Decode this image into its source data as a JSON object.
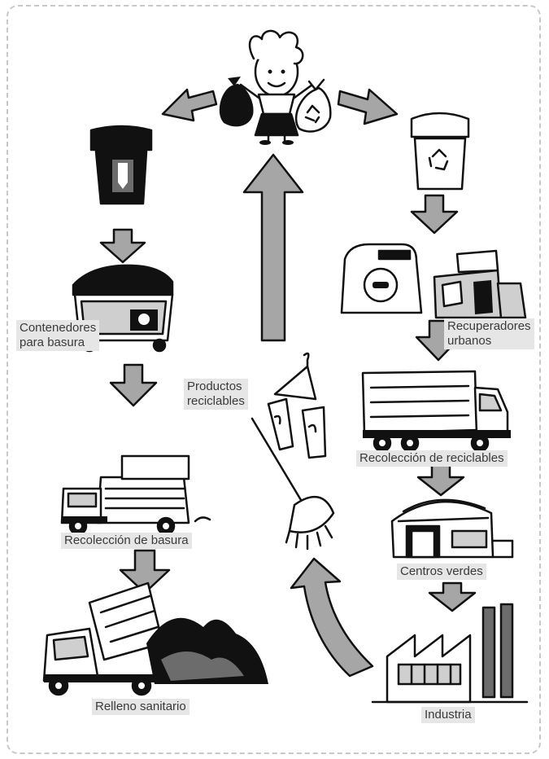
{
  "diagram": {
    "labels": {
      "contenedores": "Contenedores\npara basura",
      "recoleccion_basura": "Recolección de basura",
      "relleno": "Relleno sanitario",
      "productos": "Productos\nreciclables",
      "recuperadores": "Recuperadores\nurbanos",
      "recoleccion_reciclables": "Recolección de reciclables",
      "centros": "Centros verdes",
      "industria": "Industria"
    }
  },
  "colors": {
    "arrow_fill": "#a6a6a6",
    "ink": "#111111",
    "label_bg": "#e6e6e6",
    "frame": "#c8c8c8"
  }
}
